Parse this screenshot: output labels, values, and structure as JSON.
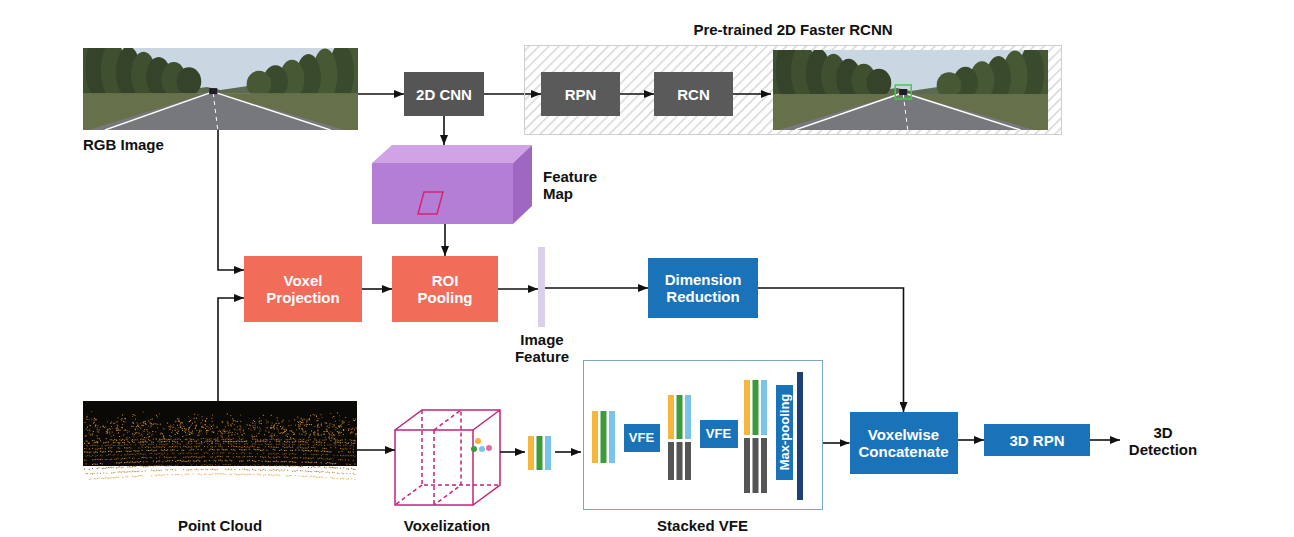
{
  "diagram": {
    "nodes": [
      {
        "text": [
          "RGB Image"
        ]
      },
      {
        "text": [
          "2D CNN"
        ]
      },
      {
        "text": [
          "Pre-trained 2D Faster RCNN"
        ]
      },
      {
        "text": [
          "RPN"
        ],
        "in": 2
      },
      {
        "text": [
          "RCN"
        ],
        "in": 2
      },
      {
        "text": [
          "Feature Map"
        ]
      },
      {
        "text": [
          "Voxel Projection"
        ]
      },
      {
        "text": [
          "ROI Pooling"
        ]
      },
      {
        "text": [
          "Image Feature"
        ]
      },
      {
        "text": [
          "Dimension Reduction"
        ]
      },
      {
        "text": [
          "Point Cloud"
        ]
      },
      {
        "text": [
          "Voxelization"
        ]
      },
      {
        "text": [
          "Stacked VFE"
        ]
      },
      {
        "text": [
          "VFE"
        ],
        "in": 12
      },
      {
        "text": [
          "VFE"
        ],
        "in": 12
      },
      {
        "text": [
          "Max-pooling"
        ],
        "in": 12
      },
      {
        "text": [
          "Voxelwise Concatenate"
        ]
      },
      {
        "text": [
          "3D RPN"
        ]
      }
    ],
    "edges": [
      {
        "from": 0,
        "to": 1,
        "arrow": "to"
      },
      {
        "from": 1,
        "to": 3,
        "arrow": "to"
      },
      {
        "from": 3,
        "to": 4,
        "arrow": "to"
      },
      {
        "from": 1,
        "to": 5,
        "arrow": "to"
      },
      {
        "from": 5,
        "to": 7,
        "arrow": "to"
      },
      {
        "from": 0,
        "to": 6,
        "arrow": "to"
      },
      {
        "from": 10,
        "to": 6,
        "arrow": "to"
      },
      {
        "from": 6,
        "to": 7,
        "arrow": "to"
      },
      {
        "from": 7,
        "to": 8,
        "arrow": "to"
      },
      {
        "from": 8,
        "to": 9,
        "arrow": "to"
      },
      {
        "from": 9,
        "to": 16,
        "arrow": "to"
      },
      {
        "from": 10,
        "to": 11,
        "arrow": "to"
      },
      {
        "from": 12,
        "to": 16,
        "arrow": "to"
      },
      {
        "from": 16,
        "to": 17,
        "arrow": "to"
      }
    ],
    "labels": [
      "3D Detection"
    ]
  }
}
